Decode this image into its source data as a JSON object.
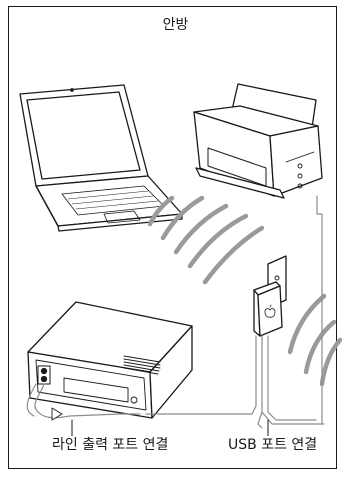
{
  "diagram": {
    "room_label": "안방",
    "line_out_label": "라인 출력 포트 연결",
    "usb_label": "USB 포트 연결"
  },
  "colors": {
    "outline": "#1a1a1a",
    "wave": "#9a9a9a",
    "cable": "#8c8c8c",
    "fill": "#ffffff",
    "screen": "#ffffff"
  }
}
